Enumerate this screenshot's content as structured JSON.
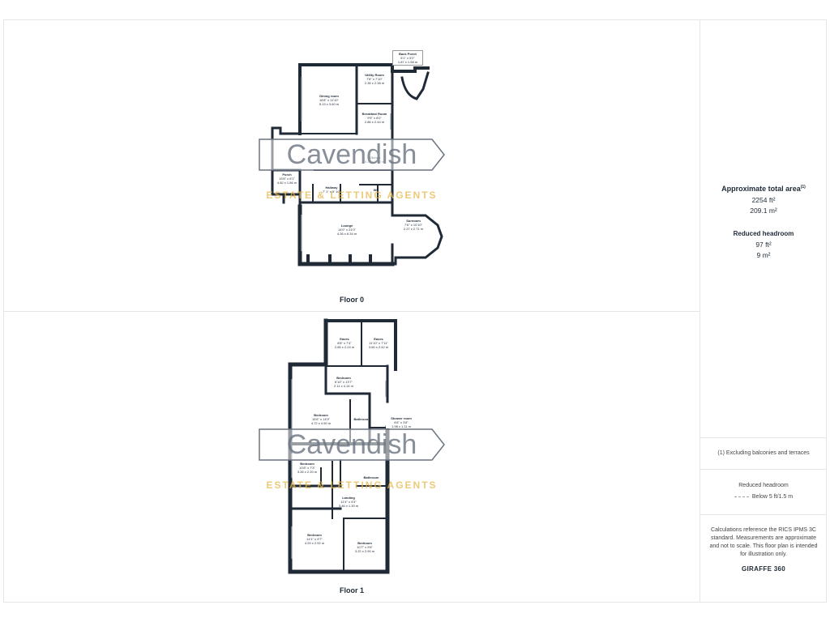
{
  "watermark": {
    "brand": "Cavendish",
    "tagline": "ESTATE & LETTING AGENTS",
    "colors": {
      "brand": "#6b7480",
      "tagline": "#e7b84c"
    }
  },
  "floors": [
    {
      "label": "Floor 0",
      "rooms": [
        {
          "name": "Back Porch",
          "dims_imperial": "6'1\" x 5'2\"",
          "dims_metric": "1.87 x 1.58 m"
        },
        {
          "name": "Utility Room",
          "dims_imperial": "7'8\" x 7'10\"",
          "dims_metric": "2.35 x 2.38 m"
        },
        {
          "name": "Dining room",
          "dims_imperial": "16'8\" x 11'10\"",
          "dims_metric": "5.13 x 3.60 m"
        },
        {
          "name": "Breakfast Room",
          "dims_imperial": "9'5\" x 8'0\"",
          "dims_metric": "2.86 x 2.44 m"
        },
        {
          "name": "Kitchen",
          "dims_imperial": "",
          "dims_metric": "5.24 x 3.49 m"
        },
        {
          "name": "Porch",
          "dims_imperial": "15'8\" x 6'1\"",
          "dims_metric": "4.82 x 1.86 m"
        },
        {
          "name": "Hallway",
          "dims_imperial": "7' 1\" x 5' 10\"",
          "dims_metric": ""
        },
        {
          "name": "WC",
          "dims_imperial": "",
          "dims_metric": ""
        },
        {
          "name": "Lounge",
          "dims_imperial": "14'0\" x 21'0\"",
          "dims_metric": "4.26 x 6.34 m"
        },
        {
          "name": "Sunroom",
          "dims_imperial": "7'6\" x 10'10\"",
          "dims_metric": "2.27 x 2.71 m"
        }
      ]
    },
    {
      "label": "Floor 1",
      "rooms": [
        {
          "name": "Eaves",
          "dims_imperial": "8'8\" x 7'4\"",
          "dims_metric": "2.65 x 2.24 m"
        },
        {
          "name": "Eaves",
          "dims_imperial": "11'10\" x 7'11\"",
          "dims_metric": "3.60 x 2.42 m"
        },
        {
          "name": "Bedroom",
          "dims_imperial": "6'10\" x 13'7\"",
          "dims_metric": "2.11 x 4.14 m"
        },
        {
          "name": "Bedroom",
          "dims_imperial": "15'6\" x 14'9\"",
          "dims_metric": "4.72 x 4.50 m"
        },
        {
          "name": "Bathroom",
          "dims_imperial": "",
          "dims_metric": ""
        },
        {
          "name": "Shower room",
          "dims_imperial": "6'6\" x 3'8\"",
          "dims_metric": "1.98 x 1.11 m"
        },
        {
          "name": "Bedroom",
          "dims_imperial": "10'8\" x 7'3\"",
          "dims_metric": "3.26 x 2.20 m"
        },
        {
          "name": "Bathroom",
          "dims_imperial": "",
          "dims_metric": ""
        },
        {
          "name": "Landing",
          "dims_imperial": "11'4\" x 4'3\"",
          "dims_metric": "3.46 x 1.30 m"
        },
        {
          "name": "Bedroom",
          "dims_imperial": "14'1\" x 9'7\"",
          "dims_metric": "4.29 x 2.92 m"
        },
        {
          "name": "Bedroom",
          "dims_imperial": "10'7\" x 9'6\"",
          "dims_metric": "3.22 x 2.90 m"
        }
      ]
    }
  ],
  "summary": {
    "total_title": "Approximate total area",
    "total_footnote_marker": "(1)",
    "total_ft": "2254 ft²",
    "total_m": "209.1 m²",
    "reduced_title": "Reduced headroom",
    "reduced_ft": "97 ft²",
    "reduced_m": "9 m²",
    "footnote": "(1) Excluding balconies and terraces",
    "legend_title": "Reduced headroom",
    "legend_item": "Below 5 ft/1.5 m",
    "disclaimer": "Calculations reference the RICS IPMS 3C standard. Measurements are approximate and not to scale. This floor plan is intended for illustration only.",
    "brand_a": "GIRAFFE",
    "brand_b": "360"
  }
}
